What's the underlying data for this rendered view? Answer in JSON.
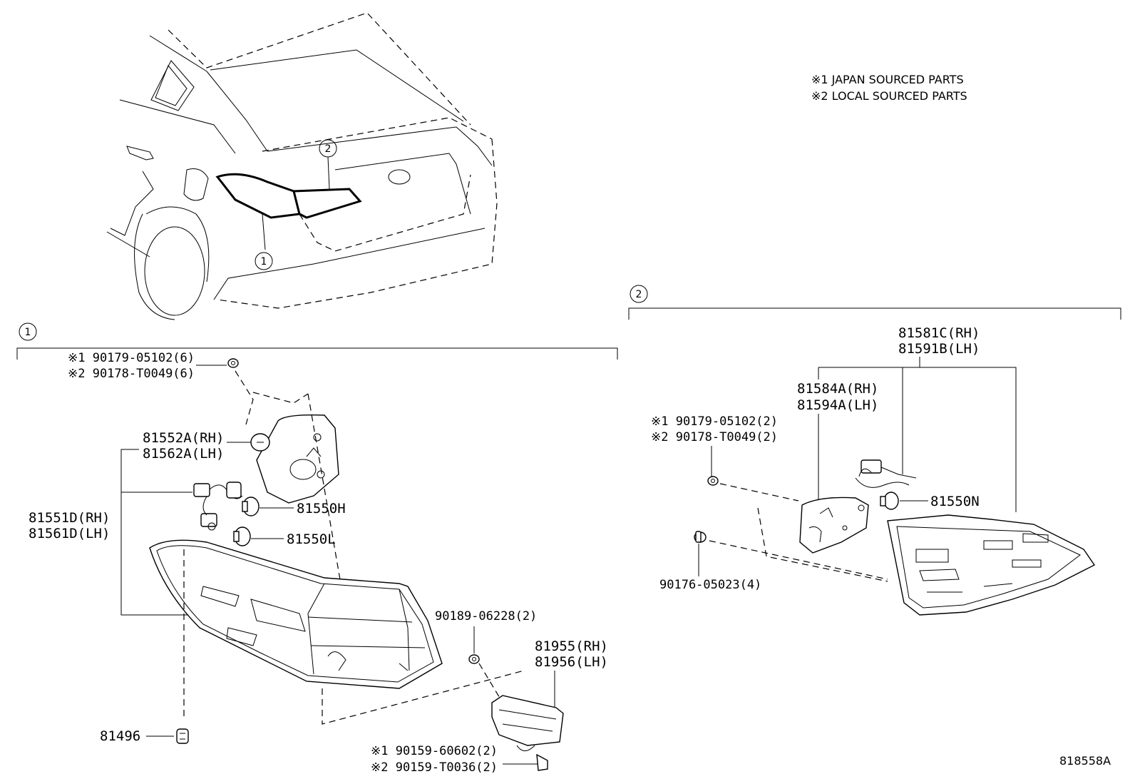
{
  "notes": [
    "※1 JAPAN SOURCED PARTS",
    "※2 LOCAL SOURCED PARTS"
  ],
  "callouts": {
    "one": "1",
    "two": "2"
  },
  "left_group": {
    "screw_1": "※1 90179-05102(6)",
    "screw_2": "※2 90178-T0049(6)",
    "socket_rh": "81552A(RH)",
    "socket_lh": "81562A(LH)",
    "lamp_rh": "81551D(RH)",
    "lamp_lh": "81561D(LH)",
    "bulb_h": "81550H",
    "bulb_l": "81550L",
    "nut": "90189-06228(2)",
    "bracket_rh": "81955(RH)",
    "bracket_lh": "81956(LH)",
    "clip": "81496",
    "bolt_1": "※1 90159-60602(2)",
    "bolt_2": "※2 90159-T0036(2)"
  },
  "right_group": {
    "lamp_rh": "81581C(RH)",
    "lamp_lh": "81591B(LH)",
    "socket_rh": "81584A(RH)",
    "socket_lh": "81594A(LH)",
    "screw_1": "※1 90179-05102(2)",
    "screw_2": "※2 90178-T0049(2)",
    "bulb": "81550N",
    "clip": "90176-05023(4)"
  },
  "diagram_id": "818558A"
}
